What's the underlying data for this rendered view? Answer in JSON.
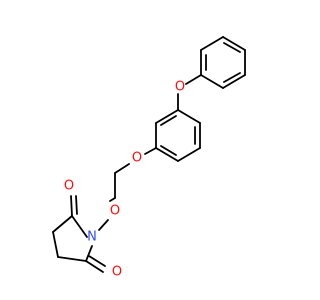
{
  "colors": {
    "bond": "#000000",
    "oxygen": "#ff0d0d",
    "nitrogen": "#3050f8",
    "background": "#ffffff"
  },
  "atoms": {
    "o_phenoxy": "O",
    "o_ether": "O",
    "o_noxy": "O",
    "n_imide": "N",
    "o_carbonyl_top": "O",
    "o_carbonyl_bottom": "O"
  }
}
